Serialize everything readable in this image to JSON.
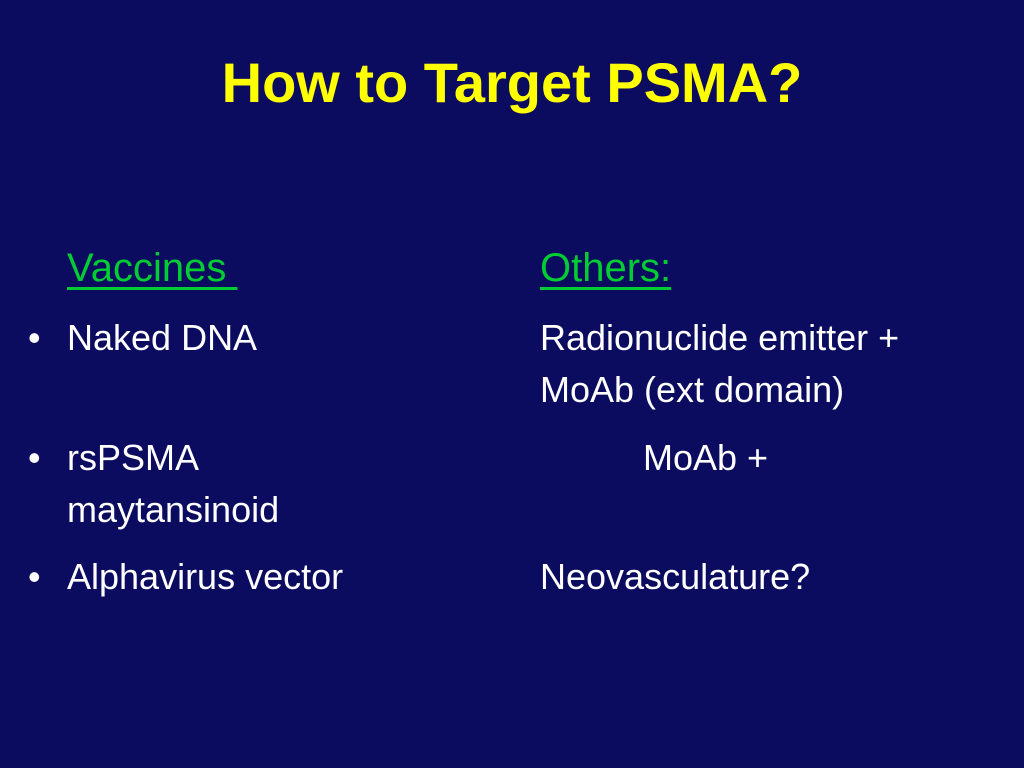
{
  "slide": {
    "title": "How to Target PSMA?",
    "left_heading": "Vaccines ",
    "right_heading": "Others:",
    "bullet_symbol": "•",
    "bullets": [
      {
        "line1": "Naked DNA"
      },
      {
        "line1": "rsPSMA",
        "line2": "maytansinoid"
      },
      {
        "line1": "Alphavirus vector"
      }
    ],
    "right_items": [
      {
        "line1": "Radionuclide emitter +",
        "line2": "MoAb (ext domain)"
      },
      {
        "line1": "MoAb +"
      },
      {
        "line1": "Neovasculature?"
      }
    ],
    "colors": {
      "background": "#0b0b60",
      "title": "#ffff00",
      "heading": "#00cc33",
      "text": "#ffffff"
    }
  }
}
